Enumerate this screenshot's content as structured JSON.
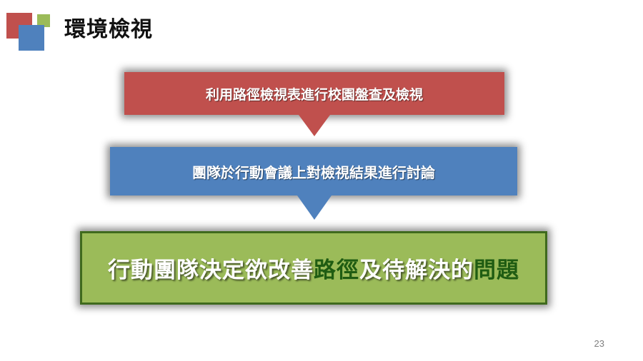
{
  "slide": {
    "title": "環境檢視",
    "steps": [
      {
        "text": "利用路徑檢視表進行校園盤查及檢視",
        "color": "#c0504d"
      },
      {
        "text": "團隊於行動會議上對檢視結果進行討論",
        "color": "#4f81bd"
      }
    ],
    "conclusion": {
      "part1": "行動團隊決定欲改善",
      "highlight1": "路徑",
      "part2": "及待解決的",
      "highlight2": "問題",
      "color": "#9bbb59",
      "highlight_color": "#1f5c12"
    },
    "page_number": "23"
  },
  "colors": {
    "logo_red": "#c0504d",
    "logo_green": "#9bbb59",
    "logo_blue": "#4f81bd"
  }
}
